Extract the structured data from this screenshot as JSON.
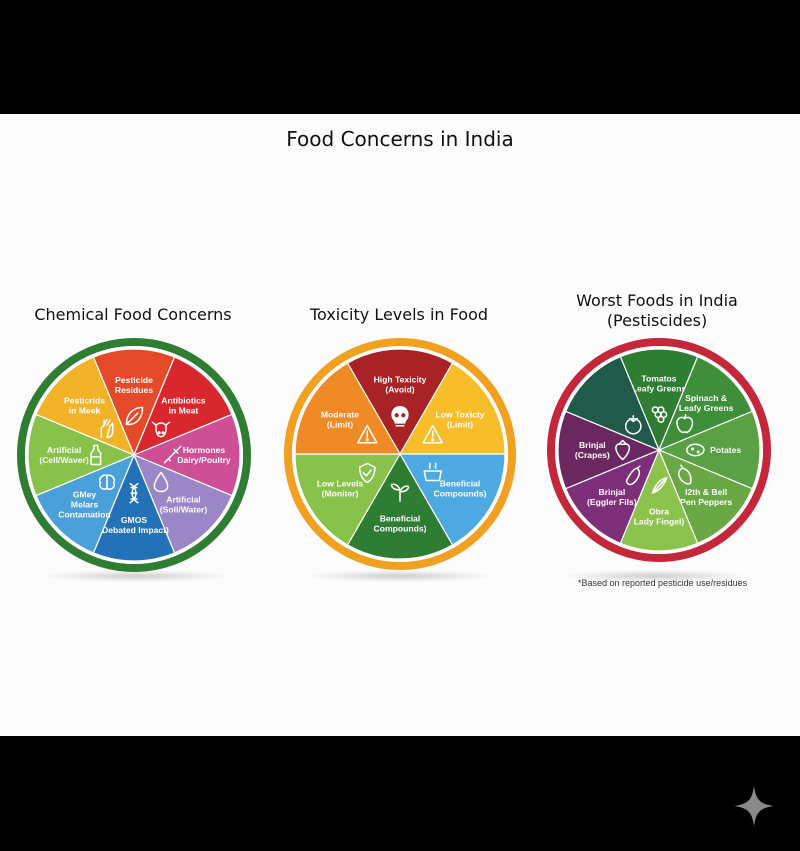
{
  "title": "Food Concerns in India",
  "footnote": "*Based on reported pesticide use/residues",
  "panels": [
    {
      "id": "chemical",
      "title": "Chemical Food Concerns",
      "ring_color": "#2f7d32",
      "segments": [
        {
          "color": "#e44a2a",
          "lines": [
            "Pesticide",
            "Residues"
          ],
          "icon": "leaf-icon"
        },
        {
          "color": "#d8282e",
          "lines": [
            "Antibiotics",
            "in Meat"
          ],
          "icon": "cow-icon"
        },
        {
          "color": "#cf4f96",
          "lines": [
            "Hormones",
            "Dairy/Poultry"
          ],
          "icon": "syringe-icon"
        },
        {
          "color": "#9b86c7",
          "lines": [
            "Artificial",
            "(Soll/Water)"
          ],
          "icon": "droplet-icon"
        },
        {
          "color": "#2372b8",
          "lines": [
            "GMOS",
            "(Debated Impact)"
          ],
          "icon": "dna-icon"
        },
        {
          "color": "#4aa0d8",
          "lines": [
            "GMey",
            "Melars",
            "Contamation"
          ],
          "icon": "brain-icon"
        },
        {
          "color": "#88c24a",
          "lines": [
            "Artificial",
            "(Cell/Waver)"
          ],
          "icon": "bottle-icon"
        },
        {
          "color": "#f2b328",
          "lines": [
            "Pesticrids",
            "in Meek"
          ],
          "icon": "hand-icon"
        }
      ]
    },
    {
      "id": "toxicity",
      "title": "Toxicity Levels in Food",
      "ring_color": "#f2a020",
      "segments": [
        {
          "color": "#a82226",
          "lines": [
            "High Texicity",
            "(Avoid)"
          ],
          "icon": "skull-icon"
        },
        {
          "color": "#f7be2a",
          "lines": [
            "Low Toxicty",
            "(Limit)"
          ],
          "icon": "warning-icon"
        },
        {
          "color": "#4ea9e2",
          "lines": [
            "Beneficial",
            "Compounds)"
          ],
          "icon": "pot-icon"
        },
        {
          "color": "#2f7d32",
          "lines": [
            "Beneficial",
            "Compounds)"
          ],
          "icon": "sprout-icon"
        },
        {
          "color": "#88c24a",
          "lines": [
            "Low Levels",
            "(Moniter)"
          ],
          "icon": "shield-icon"
        },
        {
          "color": "#ef8a24",
          "lines": [
            "Moderate",
            "(Limit)"
          ],
          "icon": "warning-icon"
        }
      ]
    },
    {
      "id": "worst",
      "title": "Worst Foods in India",
      "subtitle": "(Pestiscides)",
      "ring_color": "#c4263a",
      "segments": [
        {
          "color": "#2f7d32",
          "lines": [
            "Tomatos",
            "Leafy Greens"
          ],
          "icon": "grapes-icon"
        },
        {
          "color": "#3f8f3a",
          "lines": [
            "Spinach &",
            "Leafy Greens"
          ],
          "icon": "apple-icon"
        },
        {
          "color": "#5aa044",
          "lines": [
            "Potates"
          ],
          "icon": "potato-icon"
        },
        {
          "color": "#6aa845",
          "lines": [
            "l2th & Bell",
            "Pen Peppers"
          ],
          "icon": "pepper-icon"
        },
        {
          "color": "#8cc34d",
          "lines": [
            "Obra",
            "Lady Fingel)"
          ],
          "icon": "okra-icon"
        },
        {
          "color": "#7d2f7a",
          "lines": [
            "Brinjal",
            "(Eggler Fils)"
          ],
          "icon": "eggplant-icon"
        },
        {
          "color": "#6b2760",
          "lines": [
            "Brinjal",
            "(Crapes)"
          ],
          "icon": "strawberry-icon"
        },
        {
          "color": "#1f5a4a",
          "lines": [],
          "icon": "tomato-icon"
        }
      ]
    }
  ]
}
